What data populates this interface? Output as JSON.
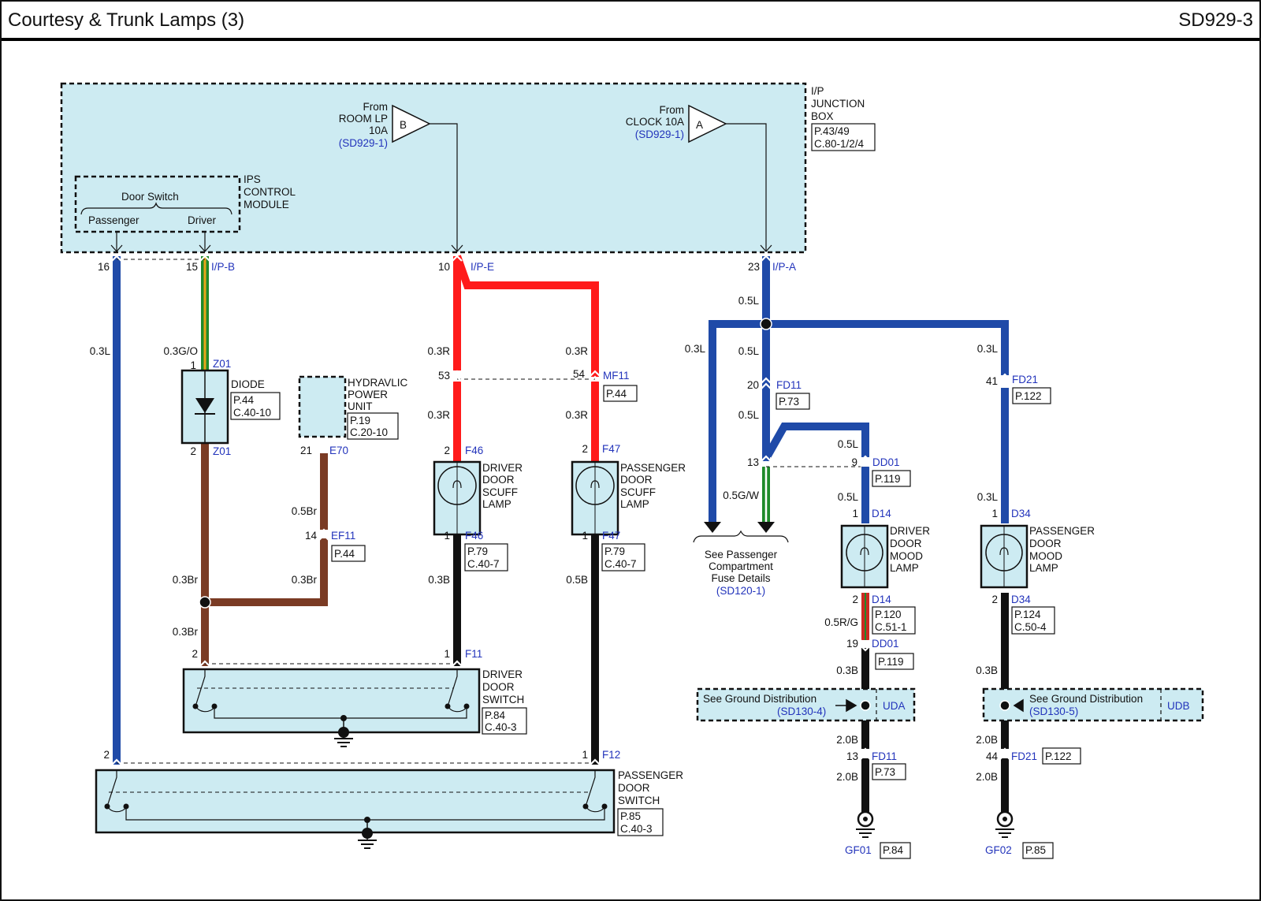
{
  "header": {
    "title": "Courtesy & Trunk Lamps (3)",
    "code": "SD929-3"
  },
  "colors": {
    "blue": "#1f4aa8",
    "red": "#ff1a1a",
    "brown": "#7a3b24",
    "black": "#111111",
    "green": "#1f8a2a",
    "fill": "#cdebf2",
    "label_blue": "#2233bb"
  },
  "junction_box": {
    "l1": "I/P",
    "l2": "JUNCTION",
    "l3": "BOX",
    "ref1": "P.43/49",
    "ref2": "C.80-1/2/4"
  },
  "ips_module": {
    "l1": "IPS",
    "l2": "CONTROL",
    "l3": "MODULE",
    "door_switch": "Door Switch",
    "passenger": "Passenger",
    "driver": "Driver"
  },
  "source_b": {
    "from": "From",
    "l2": "ROOM LP",
    "l3": "10A",
    "ref": "(SD929-1)",
    "letter": "B"
  },
  "source_a": {
    "from": "From",
    "l2": "CLOCK 10A",
    "ref": "(SD929-1)",
    "letter": "A"
  },
  "pins": {
    "p16": "16",
    "p15": "15",
    "c_ipb": "I/P-B",
    "p10": "10",
    "c_ipe": "I/P-E",
    "p23": "23",
    "c_ipa": "I/P-A"
  },
  "wires": {
    "w03L": "0.3L",
    "w03GO": "0.3G/O",
    "w03R": "0.3R",
    "w05L": "0.5L",
    "w03Br": "0.3Br",
    "w05Br": "0.5Br",
    "w03B": "0.3B",
    "w05B": "0.5B",
    "w05GW": "0.5G/W",
    "w05RG": "0.5R/G",
    "w20B": "2.0B"
  },
  "diode": {
    "label": "DIODE",
    "ref1": "P.44",
    "ref2": "C.40-10",
    "pin1": "1",
    "pin2": "2",
    "conn": "Z01"
  },
  "hydraulic": {
    "l1": "HYDRAVLIC",
    "l2": "POWER",
    "l3": "UNIT",
    "ref1": "P.19",
    "ref2": "C.20-10",
    "pin21": "21",
    "conn_e70": "E70",
    "pin14": "14",
    "conn_ef11": "EF11",
    "ref_ef11": "P.44"
  },
  "mf11": {
    "p53": "53",
    "p54": "54",
    "conn": "MF11",
    "ref": "P.44"
  },
  "driver_scuff": {
    "l1": "DRIVER",
    "l2": "DOOR",
    "l3": "SCUFF",
    "l4": "LAMP",
    "pin2": "2",
    "pin1": "1",
    "conn": "F46",
    "ref1": "P.79",
    "ref2": "C.40-7"
  },
  "pass_scuff": {
    "l1": "PASSENGER",
    "l2": "DOOR",
    "l3": "SCUFF",
    "l4": "LAMP",
    "pin2": "2",
    "pin1": "1",
    "conn": "F47",
    "ref1": "P.79",
    "ref2": "C.40-7"
  },
  "driver_switch": {
    "l1": "DRIVER",
    "l2": "DOOR",
    "l3": "SWITCH",
    "pin2": "2",
    "pin1": "1",
    "conn": "F11",
    "ref1": "P.84",
    "ref2": "C.40-3"
  },
  "pass_switch": {
    "l1": "PASSENGER",
    "l2": "DOOR",
    "l3": "SWITCH",
    "pin2": "2",
    "pin1": "1",
    "conn": "F12",
    "ref1": "P.85",
    "ref2": "C.40-3"
  },
  "fd11_top": {
    "pin": "20",
    "conn": "FD11",
    "ref": "P.73"
  },
  "fd21_top": {
    "pin": "41",
    "conn": "FD21",
    "ref": "P.122"
  },
  "dd01_top": {
    "p13": "13",
    "p9": "9",
    "conn": "DD01",
    "ref": "P.119"
  },
  "fuse_note": {
    "l1": "See Passenger",
    "l2": "Compartment",
    "l3": "Fuse Details",
    "ref": "(SD120-1)"
  },
  "driver_mood": {
    "l1": "DRIVER",
    "l2": "DOOR",
    "l3": "MOOD",
    "l4": "LAMP",
    "pin1": "1",
    "pin2": "2",
    "conn": "D14",
    "ref1": "P.120",
    "ref2": "C.51-1"
  },
  "pass_mood": {
    "l1": "PASSENGER",
    "l2": "DOOR",
    "l3": "MOOD",
    "l4": "LAMP",
    "pin1": "1",
    "pin2": "2",
    "conn": "D34",
    "ref1": "P.124",
    "ref2": "C.50-4"
  },
  "dd01_bot": {
    "pin": "19",
    "conn": "DD01",
    "ref": "P.119"
  },
  "ground_uda": {
    "l1": "See Ground Distribution",
    "ref": "(SD130-4)",
    "tag": "UDA"
  },
  "ground_udb": {
    "l1": "See Ground Distribution",
    "ref": "(SD130-5)",
    "tag": "UDB"
  },
  "fd11_bot": {
    "pin": "13",
    "conn": "FD11",
    "ref": "P.73"
  },
  "fd21_bot": {
    "pin": "44",
    "conn": "FD21",
    "ref": "P.122"
  },
  "gf01": {
    "conn": "GF01",
    "ref": "P.84"
  },
  "gf02": {
    "conn": "GF02",
    "ref": "P.85"
  }
}
